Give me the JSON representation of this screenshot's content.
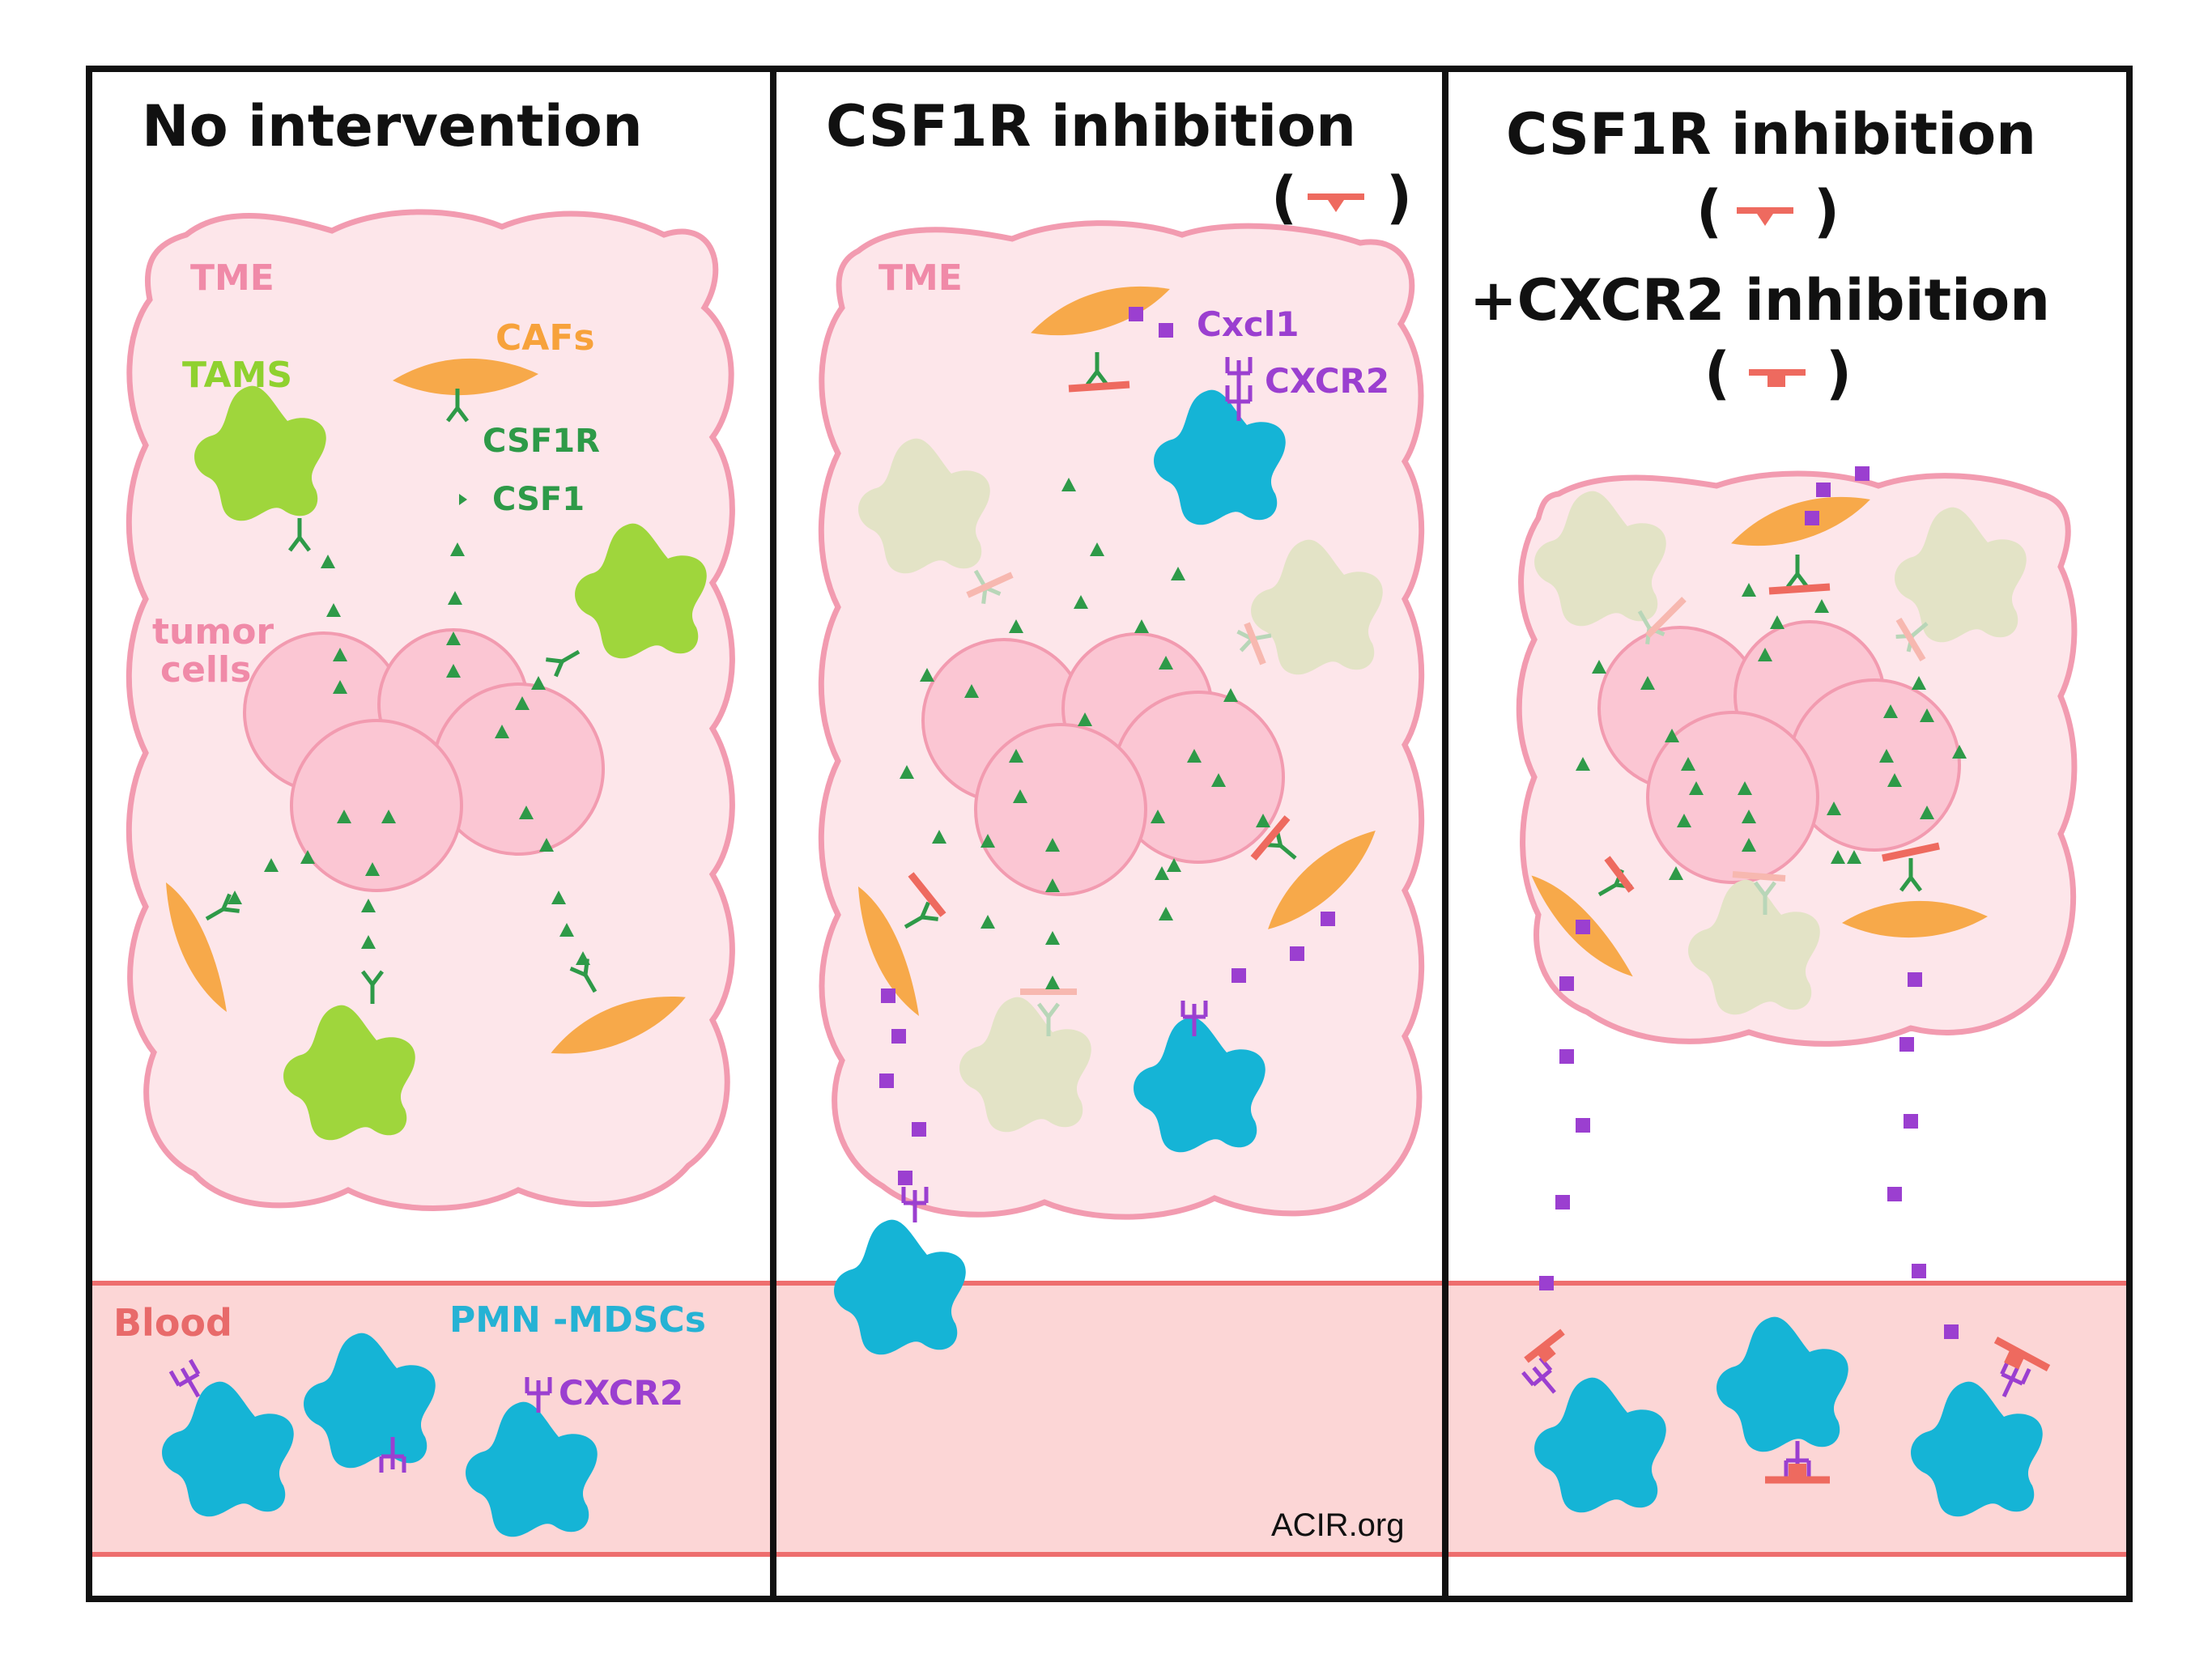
{
  "panels": [
    {
      "title_line1": "No intervention",
      "title_line2": "",
      "title_line3": "",
      "title_line4": ""
    },
    {
      "title_line1": "CSF1R inhibition",
      "title_line2": "(",
      "title_line3": "",
      "title_line4": ""
    },
    {
      "title_line1": "CSF1R inhibition",
      "title_line2": "(",
      "title_line3": "+CXCR2 inhibition",
      "title_line4": "("
    }
  ],
  "labels": {
    "tme": "TME",
    "tams": "TAMS",
    "cafs": "CAFs",
    "csf1r": "CSF1R",
    "csf1": "CSF1",
    "tumor_line1": "tumor",
    "tumor_line2": "cells",
    "blood": "Blood",
    "pmn_mdscs": "PMN -MDSCs",
    "cxcr2": "CXCR2",
    "cxcl1": "Cxcl1",
    "cxcr2_b": "CXCR2",
    "close_paren": ")"
  },
  "watermark": "ACIR.org",
  "colors": {
    "tme_fill": "#fde6ea",
    "tme_stroke": "#f29bb0",
    "tumor_fill": "#fbc6d3",
    "tam_active": "#9fd63c",
    "tam_inactive": "#e3e3c6",
    "caf": "#f7a94a",
    "mdsc": "#15b4d6",
    "blood_fill": "#fcd6d6",
    "blood_stroke": "#ee6e6e",
    "csf1": "#2e9a48",
    "cxcl1": "#9b3fd0",
    "inhibitor": "#ee6a5f"
  }
}
